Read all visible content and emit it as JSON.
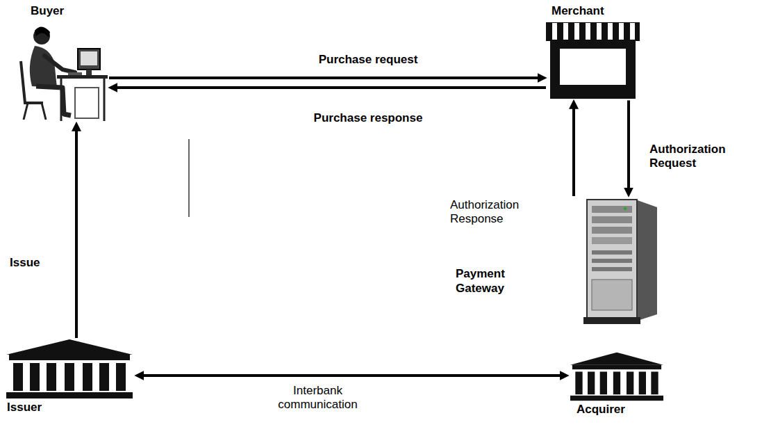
{
  "diagram": {
    "nodes": [
      {
        "text": [
          "Buyer"
        ]
      },
      {
        "text": [
          "Merchant"
        ]
      },
      {
        "text": [
          "Payment Gateway"
        ]
      },
      {
        "text": [
          "Issuer"
        ]
      },
      {
        "text": [
          "Acquirer"
        ]
      }
    ],
    "edges": [
      {
        "from": 0,
        "to": 1,
        "arrow": "to",
        "label": "Purchase request"
      },
      {
        "from": 1,
        "to": 0,
        "arrow": "to",
        "label": "Purchase response"
      },
      {
        "from": 1,
        "to": 2,
        "arrow": "to",
        "label": "Authorization Request"
      },
      {
        "from": 2,
        "to": 1,
        "arrow": "to",
        "label": "Authorization Response"
      },
      {
        "from": 3,
        "to": 0,
        "arrow": "to",
        "label": "Issue"
      },
      {
        "from": 3,
        "to": 4,
        "arrow": "both",
        "label": "Interbank communication"
      }
    ]
  }
}
